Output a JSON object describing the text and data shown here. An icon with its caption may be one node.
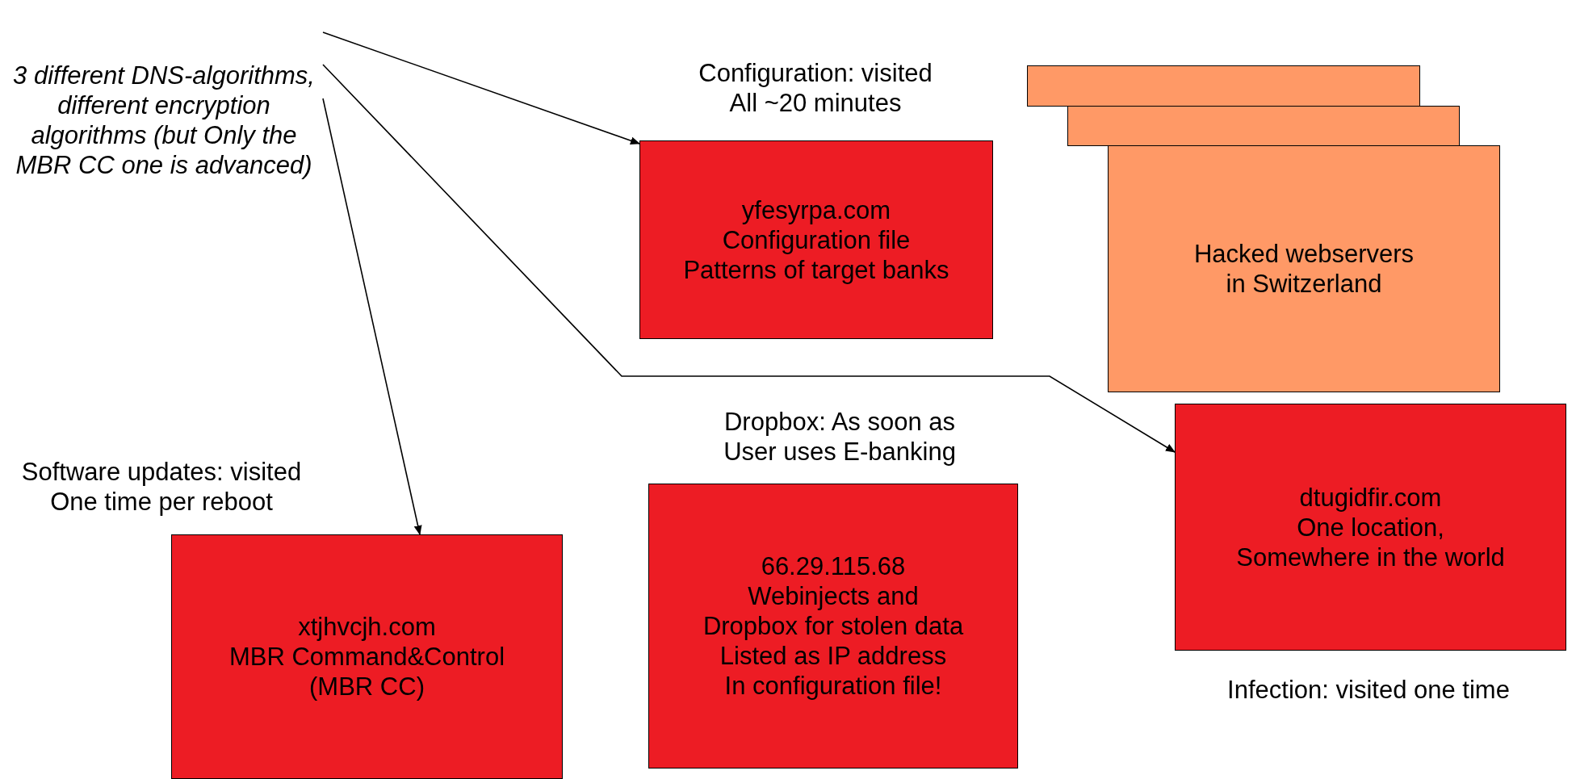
{
  "diagram": {
    "nodes": [
      {
        "text": [
          "3 different DNS-algorithms, different encryption algorithms (but Only the MBR CC one is advanced)"
        ]
      },
      {
        "text": [
          "yfesyrpa.com",
          "Configuration file",
          "Patterns of target banks"
        ],
        "beside": [
          "Configuration: visited All ~20 minutes"
        ]
      },
      {
        "text": [],
        "shape": "box"
      },
      {
        "text": [],
        "shape": "box"
      },
      {
        "text": [
          "Hacked webservers",
          "in Switzerland"
        ]
      },
      {
        "text": [
          "dtugidfir.com",
          "One location,",
          "Somewhere in the world"
        ],
        "beside": [
          "Infection: visited one time"
        ]
      },
      {
        "text": [
          "xtjhvcjh.com",
          "MBR Command&Control",
          "(MBR CC)"
        ],
        "beside": [
          "Software updates: visited One time per reboot"
        ]
      },
      {
        "text": [
          "66.29.115.68",
          "Webinjects and",
          "Dropbox for stolen data",
          "Listed as IP address",
          "In configuration file!"
        ],
        "beside": [
          "Dropbox: As soon as User uses E-banking"
        ]
      }
    ],
    "edges": [
      {
        "from": 0,
        "to": 1,
        "arrow": "to"
      },
      {
        "from": 0,
        "to": 5,
        "arrow": "to"
      },
      {
        "from": 0,
        "to": 6,
        "arrow": "to"
      }
    ]
  }
}
